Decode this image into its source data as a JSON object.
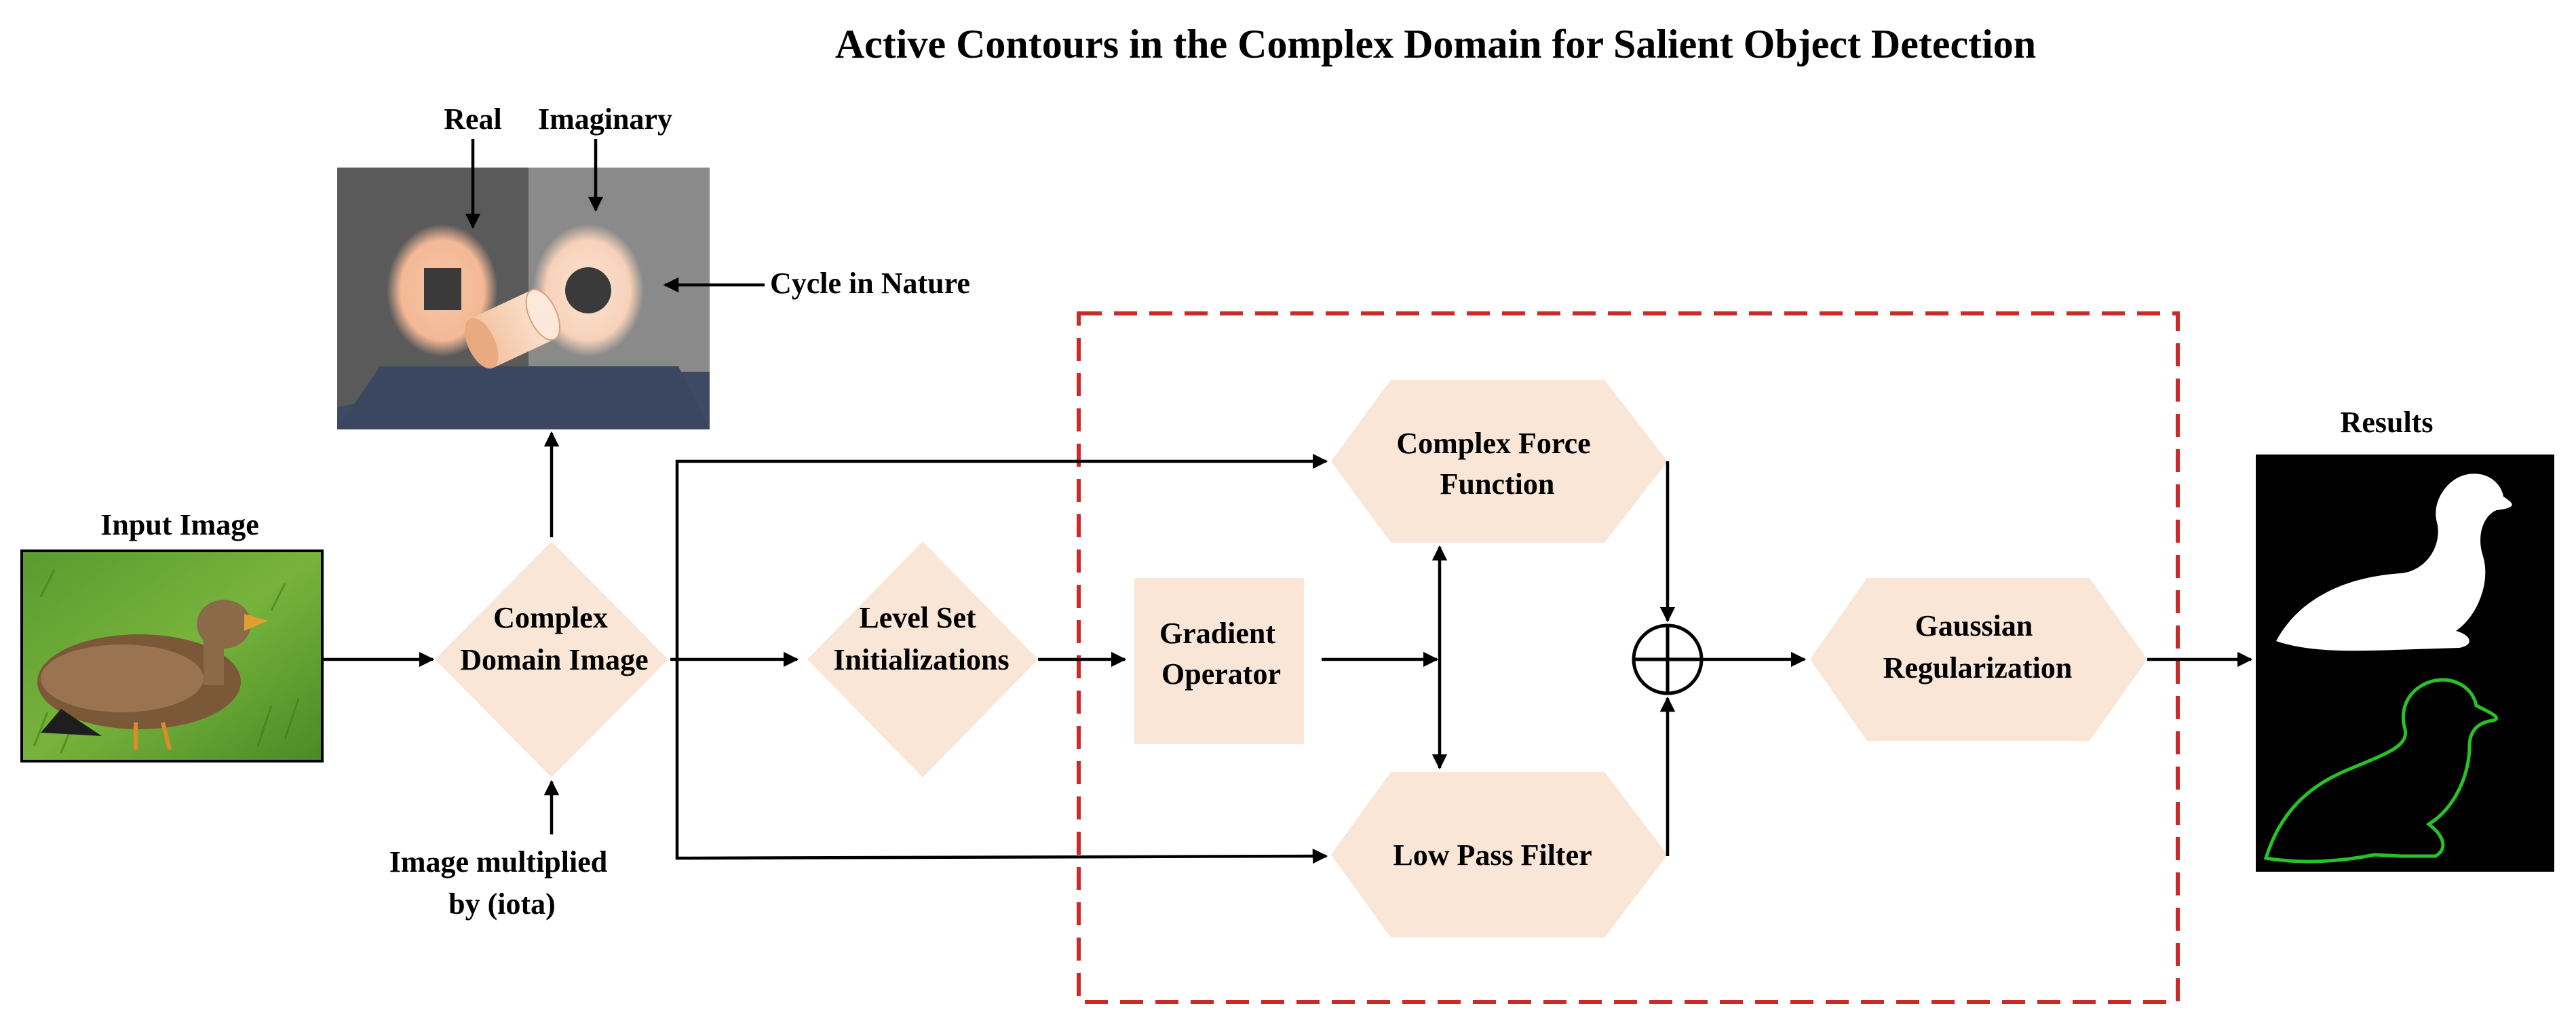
{
  "title": "Active Contours in the Complex Domain for Salient Object Detection",
  "colors": {
    "node_fill": "#f9e6d6",
    "dashed_box": "#cc2a2a",
    "contour_green": "#28c228",
    "arrow": "#000000"
  },
  "labels": {
    "input_image": "Input Image",
    "real": "Real",
    "imaginary": "Imaginary",
    "cycle_in_nature": "Cycle in Nature",
    "image_multiplied_line1": "Image multiplied",
    "image_multiplied_line2": "by (iota)",
    "results": "Results"
  },
  "nodes": {
    "complex_domain_line1": "Complex",
    "complex_domain_line2": "Domain Image",
    "level_set_line1": "Level Set",
    "level_set_line2": "Initializations",
    "gradient_line1": "Gradient",
    "gradient_line2": "Operator",
    "complex_force_line1": "Complex Force",
    "complex_force_line2": "Function",
    "low_pass": "Low Pass Filter",
    "gaussian_line1": "Gaussian",
    "gaussian_line2": "Regularization"
  },
  "icons": {
    "sum": "circle-plus-icon",
    "duck_photo": "duck-photo",
    "complex_illustration": "cylinder-shadow-illustration",
    "results_mask": "white-duck-mask",
    "results_contour": "green-duck-contour"
  }
}
